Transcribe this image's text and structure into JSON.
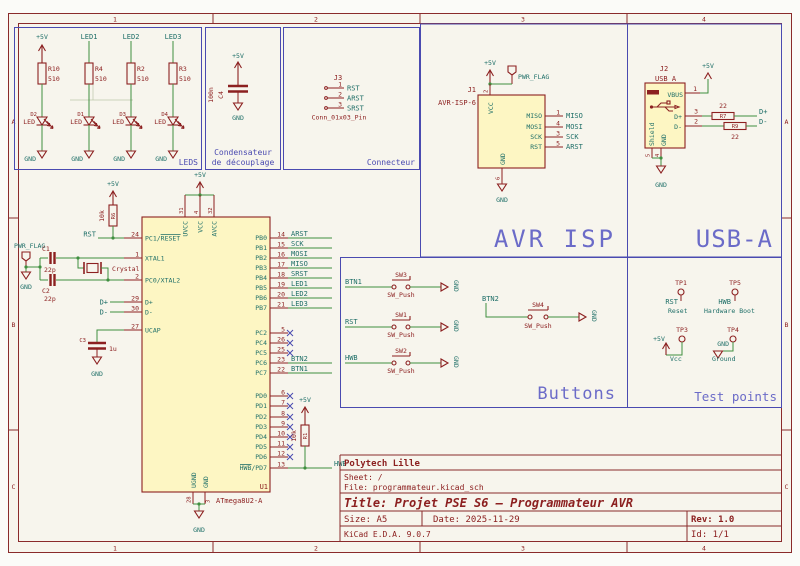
{
  "frame": {
    "cols": [
      "1",
      "2",
      "3",
      "4"
    ],
    "rows": [
      "A",
      "B",
      "C"
    ]
  },
  "sections": {
    "leds": "LEDS",
    "decoupling1": "Condensateur",
    "decoupling2": "de découplage",
    "connector": "Connecteur",
    "avr_isp": "AVR ISP",
    "usb": "USB-A",
    "buttons": "Buttons",
    "testpoints": "Test points"
  },
  "power": {
    "vcc": "+5V",
    "gnd": "GND",
    "flag": "PWR_FLAG"
  },
  "leds": {
    "cols": [
      {
        "top": "+5V",
        "r_ref": "R10",
        "r_val": "510",
        "d_ref": "D2",
        "d_val": "LED",
        "gnd": "GND"
      },
      {
        "top": "LED1",
        "r_ref": "R4",
        "r_val": "510",
        "d_ref": "D1",
        "d_val": "LED",
        "gnd": "GND"
      },
      {
        "top": "LED2",
        "r_ref": "R2",
        "r_val": "510",
        "d_ref": "D3",
        "d_val": "LED",
        "gnd": "GND"
      },
      {
        "top": "LED3",
        "r_ref": "R3",
        "r_val": "510",
        "d_ref": "D4",
        "d_val": "LED",
        "gnd": "GND"
      }
    ]
  },
  "decap": {
    "ref": "C4",
    "val": "100n"
  },
  "j3": {
    "ref": "J3",
    "val": "Conn_01x03_Pin",
    "pins": [
      {
        "n": "1",
        "net": "RST"
      },
      {
        "n": "2",
        "net": "ARST"
      },
      {
        "n": "3",
        "net": "SRST"
      }
    ]
  },
  "j1": {
    "ref": "J1",
    "val": "AVR-ISP-6",
    "vcc": {
      "name": "VCC",
      "n": "2"
    },
    "gnd": {
      "name": "GND",
      "n": "6"
    },
    "pins": [
      {
        "name": "MISO",
        "n": "1",
        "net": "MISO"
      },
      {
        "name": "MOSI",
        "n": "4",
        "net": "MOSI"
      },
      {
        "name": "SCK",
        "n": "3",
        "net": "SCK"
      },
      {
        "name": "RST",
        "n": "5",
        "net": "ARST"
      }
    ]
  },
  "j2": {
    "ref": "J2",
    "val": "USB_A",
    "vbus": {
      "name": "VBUS",
      "n": "1"
    },
    "dp": {
      "name": "D+",
      "n": "3",
      "net": "D+"
    },
    "dm": {
      "name": "D-",
      "n": "2",
      "net": "D-"
    },
    "shield": {
      "name": "Shield",
      "n": "5"
    },
    "gnd": {
      "name": "GND",
      "n": "4"
    },
    "r7": {
      "ref": "R7",
      "val": "22"
    },
    "r9": {
      "ref": "R9",
      "val": "22"
    }
  },
  "mcu": {
    "ref": "U1",
    "val": "ATmega8U2-A",
    "top": [
      {
        "name": "UVCC",
        "n": "31"
      },
      {
        "name": "VCC",
        "n": "4"
      },
      {
        "name": "AVCC",
        "n": "32"
      }
    ],
    "left": [
      {
        "name": "PC1/RESET",
        "n": "24"
      },
      {
        "name": "XTAL1",
        "n": "1"
      },
      {
        "name": "PC0/XTAL2",
        "n": "2"
      },
      {
        "name": "D+",
        "n": "29",
        "net": "D+"
      },
      {
        "name": "D-",
        "n": "30",
        "net": "D-"
      },
      {
        "name": "UCAP",
        "n": "27"
      }
    ],
    "right": [
      {
        "name": "PB0",
        "n": "14",
        "net": "ARST"
      },
      {
        "name": "PB1",
        "n": "15",
        "net": "SCK"
      },
      {
        "name": "PB2",
        "n": "16",
        "net": "MOSI"
      },
      {
        "name": "PB3",
        "n": "17",
        "net": "MISO"
      },
      {
        "name": "PB4",
        "n": "18",
        "net": "SRST"
      },
      {
        "name": "PB5",
        "n": "19",
        "net": "LED1"
      },
      {
        "name": "PB6",
        "n": "20",
        "net": "LED2"
      },
      {
        "name": "PB7",
        "n": "21",
        "net": "LED3"
      },
      {
        "name": "PC2",
        "n": "5"
      },
      {
        "name": "PC4",
        "n": "26"
      },
      {
        "name": "PC5",
        "n": "25"
      },
      {
        "name": "PC6",
        "n": "23",
        "net": "BTN2"
      },
      {
        "name": "PC7",
        "n": "22",
        "net": "BTN1"
      },
      {
        "name": "PD0",
        "n": "6"
      },
      {
        "name": "PD1",
        "n": "7"
      },
      {
        "name": "PD2",
        "n": "8"
      },
      {
        "name": "PD3",
        "n": "9"
      },
      {
        "name": "PD4",
        "n": "10"
      },
      {
        "name": "PD5",
        "n": "11"
      },
      {
        "name": "PD6",
        "n": "12"
      },
      {
        "name": "HWB/PD7",
        "n": "13",
        "net": "HWB"
      }
    ],
    "bottom": [
      {
        "name": "UGND",
        "n": "28"
      },
      {
        "name": "GND",
        "n": "3"
      }
    ]
  },
  "rpull_rst": {
    "ref": "R6",
    "val": "10k",
    "net": "RST"
  },
  "rpull_hwb": {
    "ref": "R1",
    "val": "10k",
    "net": "HWB"
  },
  "xtal": {
    "val": "Crystal"
  },
  "c1": {
    "ref": "C1",
    "val": "22p"
  },
  "c2": {
    "ref": "C2",
    "val": "22p"
  },
  "c3": {
    "ref": "C3",
    "val": "1u"
  },
  "sw": [
    {
      "net": "BTN1",
      "ref": "SW3",
      "val": "SW_Push"
    },
    {
      "net": "RST",
      "ref": "SW1",
      "val": "SW_Push"
    },
    {
      "net": "HWB",
      "ref": "SW2",
      "val": "SW_Push"
    },
    {
      "net": "BTN2",
      "ref": "SW4",
      "val": "SW_Push"
    }
  ],
  "tp": [
    {
      "ref": "TP1",
      "net": "RST",
      "val": "Reset"
    },
    {
      "ref": "TP5",
      "net": "HWB",
      "val": "Hardware Boot"
    },
    {
      "ref": "TP3",
      "net": "+5V",
      "val": "Vcc"
    },
    {
      "ref": "TP4",
      "net": "GND",
      "val": "Ground"
    }
  ],
  "titleblock": {
    "company": "Polytech Lille",
    "sheet": "Sheet: /",
    "file": "File: programmateur.kicad_sch",
    "title": "Title: Projet PSE S6 – Programmateur AVR",
    "size": "Size: A5",
    "date": "Date: 2025-11-29",
    "rev": "Rev: 1.0",
    "tool": "KiCad E.D.A. 9.0.7",
    "id": "Id: 1/1"
  },
  "colors": {
    "frame": "#8a2b2b",
    "section_blue": "#4a4ab0",
    "title_blue": "#6b6bc8",
    "wire_green": "#3f8f3f",
    "symbol_red": "#8c2020",
    "symbol_fill": "#fdf6c3",
    "net_teal": "#1f6f68",
    "canvas": "#f7f5ed"
  }
}
